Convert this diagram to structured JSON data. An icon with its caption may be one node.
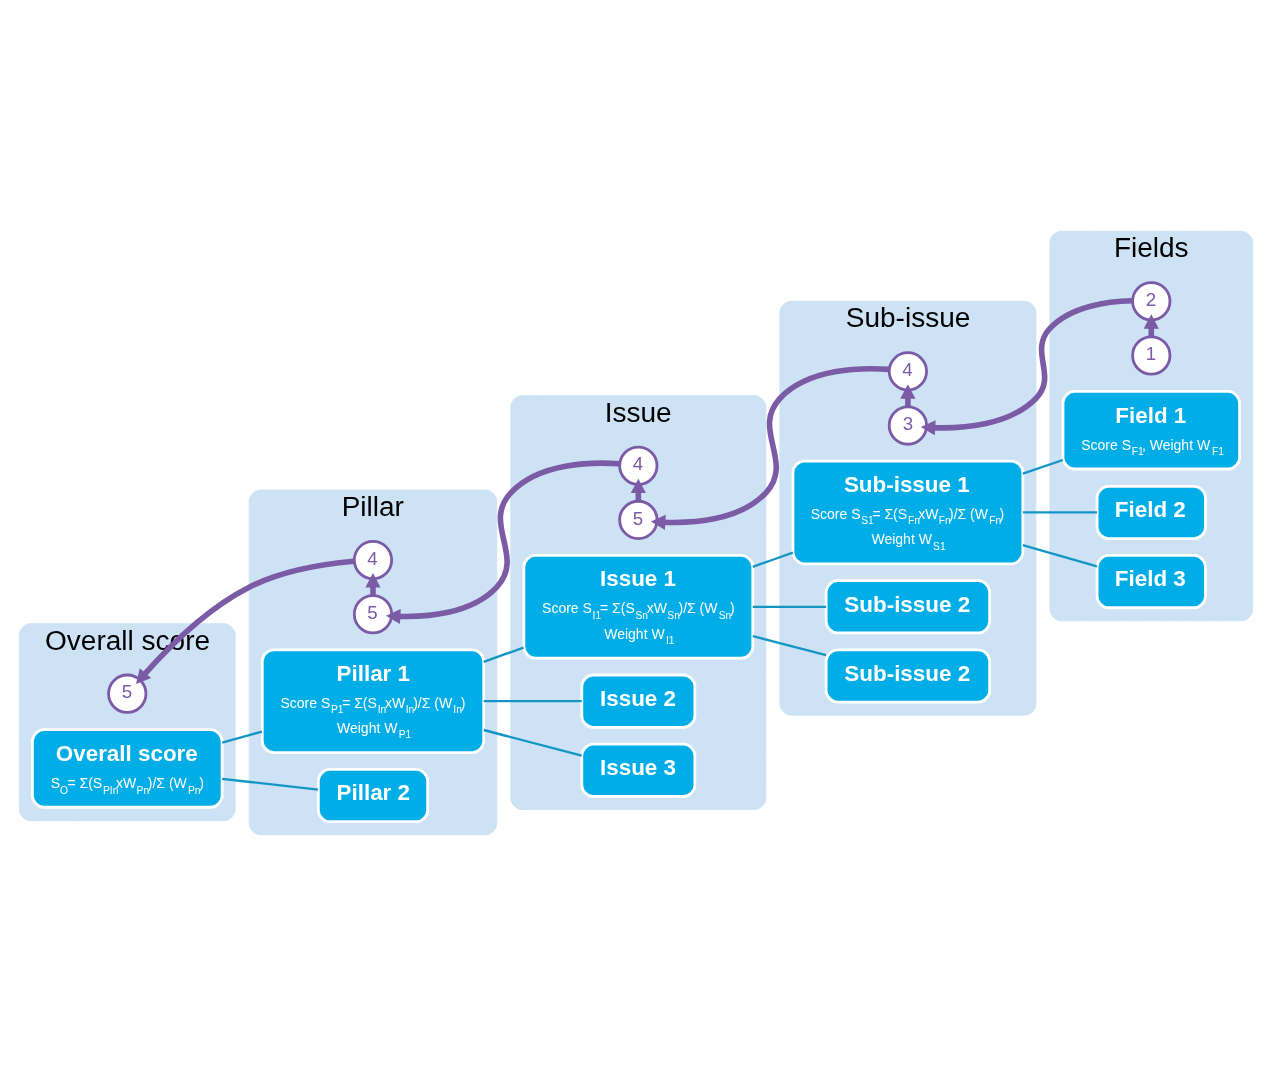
{
  "diagram": {
    "nodes": [
      {
        "text": [
          "Overall score"
        ]
      },
      {
        "text": [
          "Pillar"
        ]
      },
      {
        "text": [
          "Issue"
        ]
      },
      {
        "text": [
          "Sub-issue"
        ]
      },
      {
        "text": [
          "Fields"
        ]
      },
      {
        "text": [
          "5"
        ],
        "in": 0
      },
      {
        "text": [
          "4"
        ],
        "in": 1
      },
      {
        "text": [
          "5"
        ],
        "in": 1
      },
      {
        "text": [
          "4"
        ],
        "in": 2
      },
      {
        "text": [
          "5"
        ],
        "in": 2
      },
      {
        "text": [
          "4"
        ],
        "in": 3
      },
      {
        "text": [
          "3"
        ],
        "in": 3
      },
      {
        "text": [
          "2"
        ],
        "in": 4
      },
      {
        "text": [
          "1"
        ],
        "in": 4
      },
      {
        "text": [
          "Overall score",
          "S$_{O}$= Σ(S$_{PIn}$xW$_{Pn}$)/Σ (W$_{Pn}$)"
        ],
        "in": 0
      },
      {
        "text": [
          "Pillar 1",
          "Score S$_{P1}$= Σ(S$_{In}$xW$_{In}$)/Σ (W$_{In}$)",
          "Weight W$_{P1}$"
        ],
        "in": 1
      },
      {
        "text": [
          "Pillar 2"
        ],
        "in": 1
      },
      {
        "text": [
          "Issue 1",
          "Score S$_{I1}$= Σ(S$_{Sn}$xW$_{Sn}$)/Σ (W$_{Sn}$)",
          "Weight W$_{I1}$"
        ],
        "in": 2
      },
      {
        "text": [
          "Issue 2"
        ],
        "in": 2
      },
      {
        "text": [
          "Issue 3"
        ],
        "in": 2
      },
      {
        "text": [
          "Sub-issue 1",
          "Score S$_{S1}$= Σ(S$_{Fn}$xW$_{Fn}$)/Σ (W$_{Fn}$)",
          "Weight W$_{S1}$"
        ],
        "in": 3
      },
      {
        "text": [
          "Sub-issue 2"
        ],
        "in": 3
      },
      {
        "text": [
          "Sub-issue 2"
        ],
        "in": 3
      },
      {
        "text": [
          "Field 1",
          "Score S$_{F1}$, Weight W$_{F1}$"
        ],
        "in": 4
      },
      {
        "text": [
          "Field 2"
        ],
        "in": 4
      },
      {
        "text": [
          "Field 3"
        ],
        "in": 4
      }
    ],
    "edges": [
      {
        "from": 13,
        "to": 12,
        "arrow": "to",
        "style": "thick",
        "color": "#7b5aa6"
      },
      {
        "from": 12,
        "to": 11,
        "arrow": "to",
        "style": "thick",
        "color": "#7b5aa6"
      },
      {
        "from": 11,
        "to": 10,
        "arrow": "to",
        "style": "thick",
        "color": "#7b5aa6"
      },
      {
        "from": 10,
        "to": 9,
        "arrow": "to",
        "style": "thick",
        "color": "#7b5aa6"
      },
      {
        "from": 9,
        "to": 8,
        "arrow": "to",
        "style": "thick",
        "color": "#7b5aa6"
      },
      {
        "from": 8,
        "to": 7,
        "arrow": "to",
        "style": "thick",
        "color": "#7b5aa6"
      },
      {
        "from": 7,
        "to": 6,
        "arrow": "to",
        "style": "thick",
        "color": "#7b5aa6"
      },
      {
        "from": 6,
        "to": 5,
        "arrow": "to",
        "style": "thick",
        "color": "#7b5aa6"
      },
      {
        "from": 14,
        "to": 15,
        "arrow": "none"
      },
      {
        "from": 14,
        "to": 16,
        "arrow": "none"
      },
      {
        "from": 15,
        "to": 17,
        "arrow": "none"
      },
      {
        "from": 15,
        "to": 18,
        "arrow": "none"
      },
      {
        "from": 15,
        "to": 19,
        "arrow": "none"
      },
      {
        "from": 17,
        "to": 20,
        "arrow": "none"
      },
      {
        "from": 17,
        "to": 21,
        "arrow": "none"
      },
      {
        "from": 17,
        "to": 22,
        "arrow": "none"
      },
      {
        "from": 20,
        "to": 23,
        "arrow": "none"
      },
      {
        "from": 20,
        "to": 24,
        "arrow": "none"
      },
      {
        "from": 20,
        "to": 25,
        "arrow": "none"
      }
    ]
  }
}
